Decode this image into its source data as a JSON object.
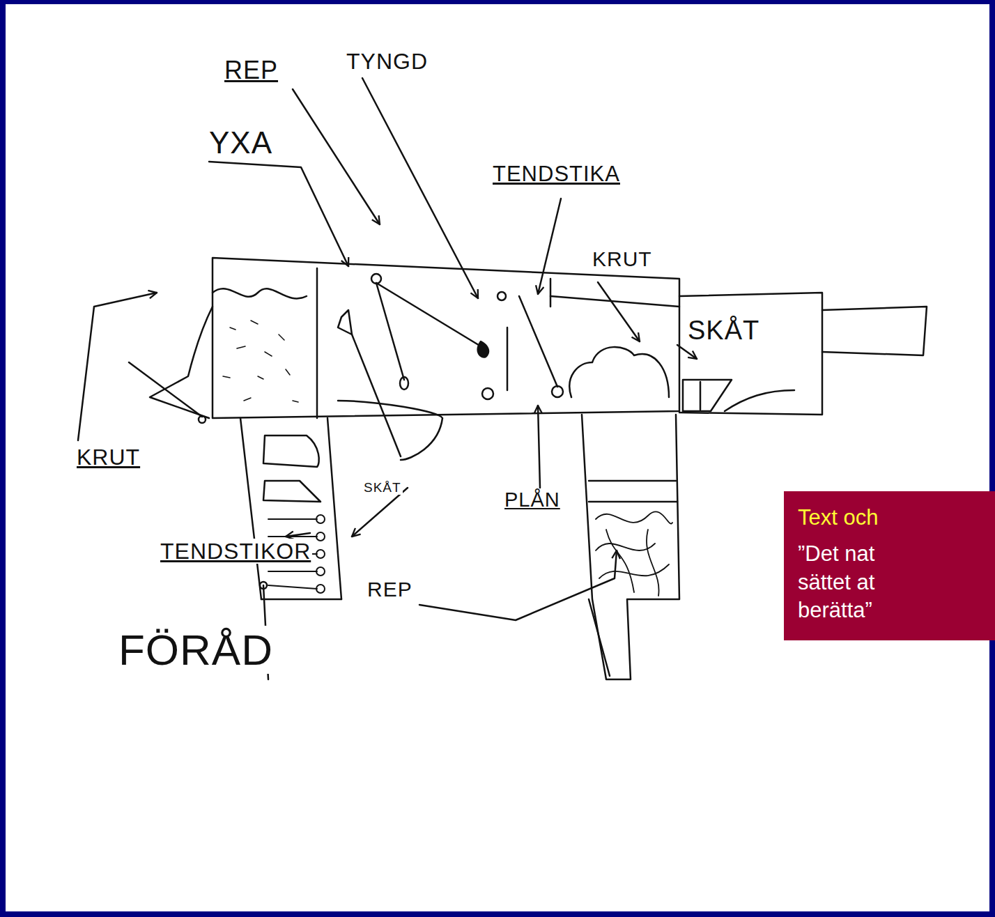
{
  "diagram": {
    "nodes": [
      {
        "text": [
          "Text och",
          "”Det nat sättet at berätta”"
        ]
      }
    ],
    "labels": [
      "REP",
      "TYNGD",
      "YXA",
      "TENDSTIKA",
      "KRUT",
      "SKÅT",
      "PLÅN",
      "KRUT",
      "SKÅT",
      "TENDSTIKOR",
      "REP",
      "FÖRÅD"
    ]
  }
}
